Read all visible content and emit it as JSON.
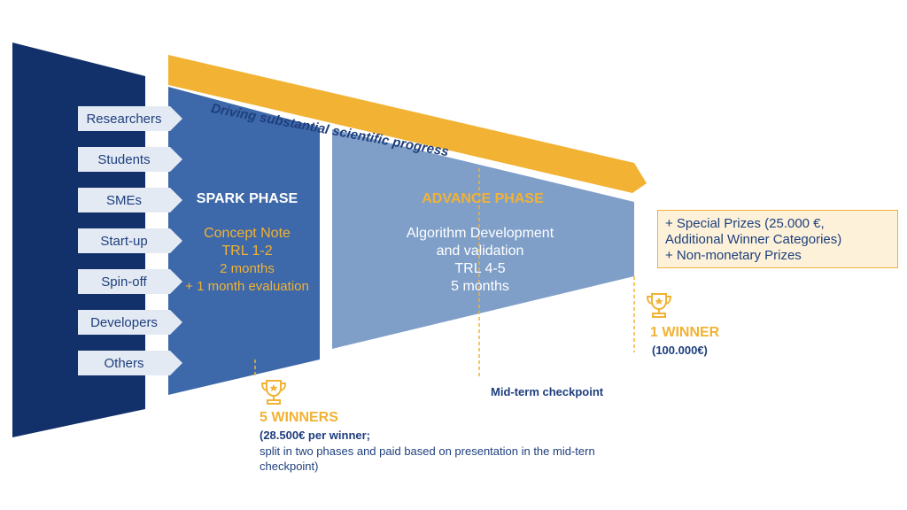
{
  "colors": {
    "navy": "#12306a",
    "spark_blue": "#3d68a9",
    "advance_blue": "#7f9fc9",
    "gold": "#f2b233",
    "light_tag": "#e4eaf4",
    "text_navy": "#1e3f7d"
  },
  "participants": [
    "Researchers",
    "Students",
    "SMEs",
    "Start-up",
    "Spin-off",
    "Developers",
    "Others"
  ],
  "banner": {
    "text": "Driving substantial scientific progress"
  },
  "spark": {
    "title": "SPARK PHASE",
    "line1": "Concept Note",
    "line2": "TRL 1-2",
    "line3": "2 months",
    "line4": "+ 1 month evaluation"
  },
  "advance": {
    "title": "ADVANCE PHASE",
    "line1": "Algorithm Development",
    "line2": "and validation",
    "line3": "TRL 4-5",
    "line4": "5 months"
  },
  "special_prizes": {
    "line1": "+ Special Prizes (25.000 €,",
    "line2": "Additional Winner Categories)",
    "line3": "+ Non-monetary Prizes"
  },
  "spark_winners": {
    "title": "5 WINNERS",
    "note": "(28.500€ per winner;",
    "split_line1": "split in two phases and paid based on presentation in the mid-tern",
    "split_line2": "checkpoint)"
  },
  "checkpoint": {
    "label": "Mid-term checkpoint"
  },
  "final_winner": {
    "title": "1 WINNER",
    "amount": "(100.000€)"
  },
  "icons": {
    "trophy": "trophy-icon"
  }
}
